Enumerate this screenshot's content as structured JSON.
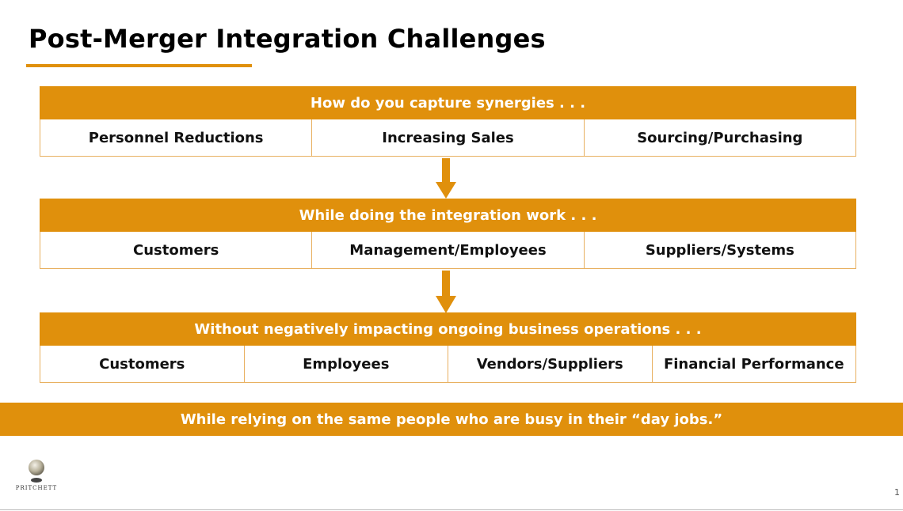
{
  "title": "Post-Merger Integration Challenges",
  "blocks": [
    {
      "header": "How do you capture synergies . . .",
      "cells": [
        "Personnel Reductions",
        "Increasing Sales",
        "Sourcing/Purchasing"
      ]
    },
    {
      "header": "While doing the integration work . . .",
      "cells": [
        "Customers",
        "Management/Employees",
        "Suppliers/Systems"
      ]
    },
    {
      "header": "Without negatively impacting ongoing business operations . . .",
      "cells": [
        "Customers",
        "Employees",
        "Vendors/Suppliers",
        "Financial Performance"
      ]
    }
  ],
  "footer": "While relying on the same people who are busy in their “day jobs.”",
  "logo_text": "PRITCHETT",
  "page_number": "1",
  "colors": {
    "accent": "#e0900c",
    "border": "#e8b060"
  }
}
